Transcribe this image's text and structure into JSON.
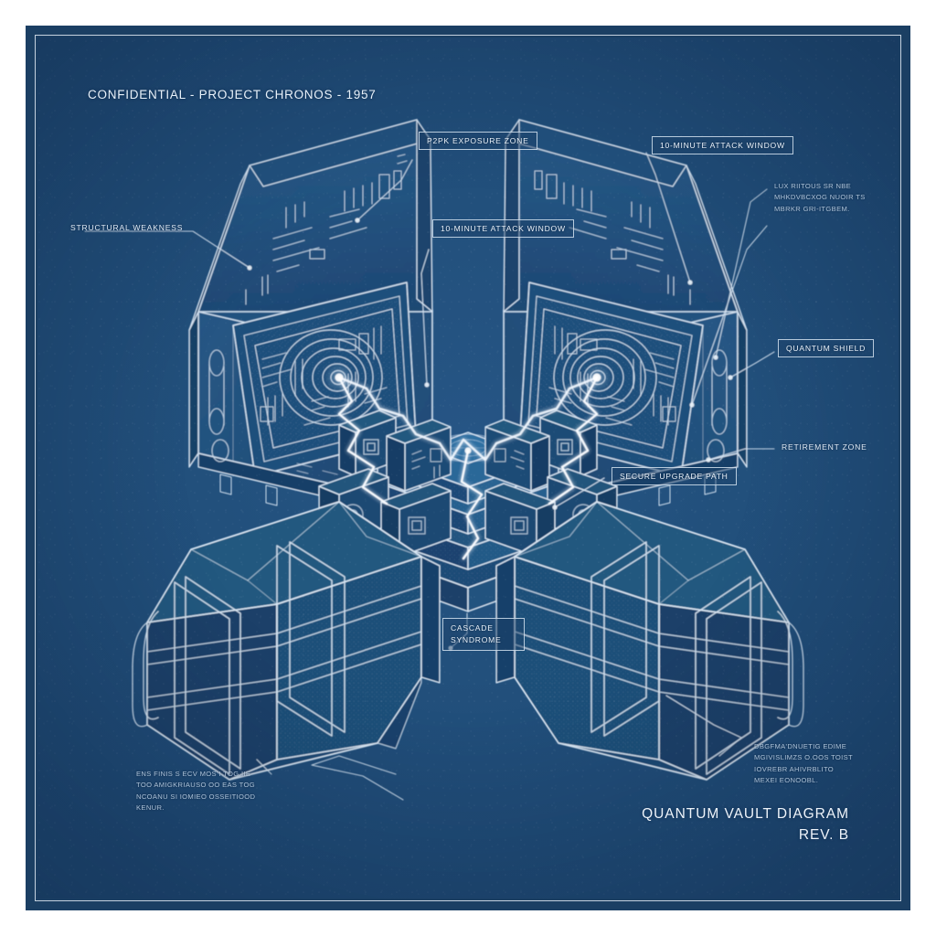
{
  "sheet": {
    "header": "CONFIDENTIAL - PROJECT CHRONOS - 1957",
    "title_line1": "QUANTUM VAULT DIAGRAM",
    "title_line2": "REV. B",
    "paper_color": "#1b3f63",
    "field_color": "#22507c",
    "ink_color": "#e8f1fa"
  },
  "callouts": {
    "structural_weakness": "STRUCTURAL WEAKNESS",
    "p2pk_exposure_zone": "P2PK EXPOSURE ZONE",
    "attack_window_left": "10-MINUTE ATTACK WINDOW",
    "attack_window_right": "10-MINUTE ATTACK WINDOW",
    "quantum_shield": "QUANTUM SHIELD",
    "retirement_zone": "RETIREMENT ZONE",
    "secure_upgrade_path": "SECURE UPGRADE PATH",
    "cascade_syndrome_line1": "CASCADE",
    "cascade_syndrome_line2": "SYNDROME"
  },
  "notes": {
    "right_upper": "LUX RIITOUS SR NBE\nMHKDVBCXOG NUOIR TS\nMBRKR GRI-ITGBEM.",
    "bottom_left": "ENS FINIS S ECV MOS I TOG IIE\nTOO AMIGKRIAUSO OO EAS TOG\nNCOANU SI IOMIEO OSSEITIOOD\nKENUR.",
    "bottom_right": "DBGFMA'DNUETIG EDIME\nMGIVISLIMZS O.OOS TOIST\nIOVREBR AHIVRBLITO\nMEXEI EONOOBL."
  }
}
